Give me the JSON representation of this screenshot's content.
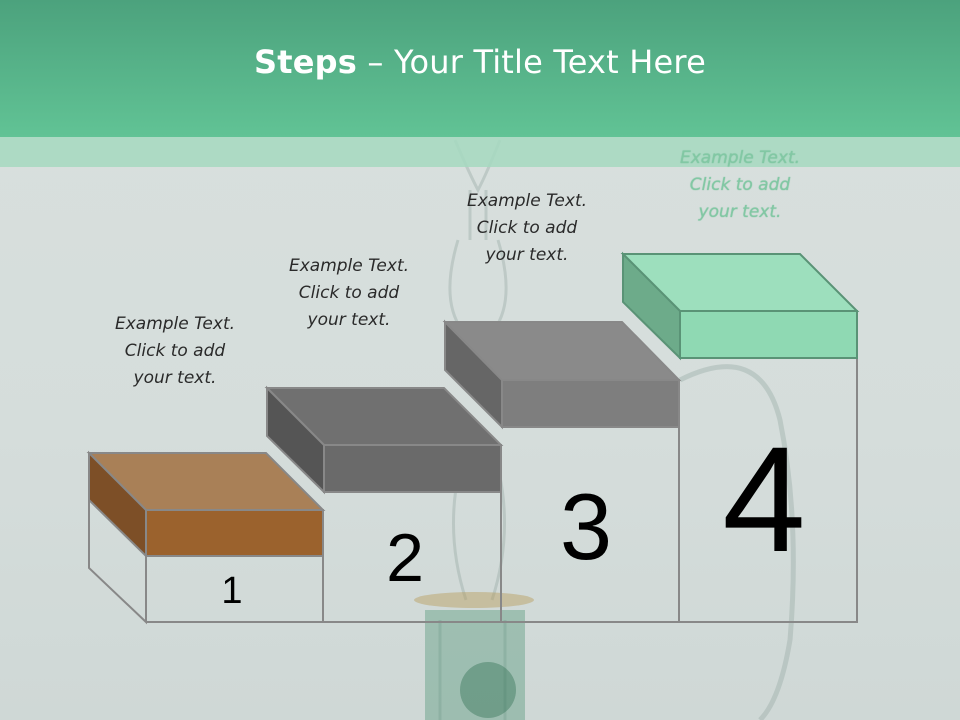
{
  "slide": {
    "title_bold": "Steps",
    "title_rest": " – Your Title Text Here",
    "colors": {
      "header": "#5bbd8f",
      "step1_top": "#a98057",
      "step1_front": "#9b622d",
      "step2": "#6f6f6f",
      "step3": "#838383",
      "step4": "#9ddfbd",
      "step4_side": "#6dab8a"
    },
    "steps": [
      {
        "number": "1",
        "caption": "Example Text.\nClick  to add\nyour text."
      },
      {
        "number": "2",
        "caption": "Example Text.\nClick  to add\nyour text."
      },
      {
        "number": "3",
        "caption": "Example Text.\nClick  to add\nyour text."
      },
      {
        "number": "4",
        "caption": "Example Text.\nClick  to add\nyour text."
      }
    ]
  }
}
